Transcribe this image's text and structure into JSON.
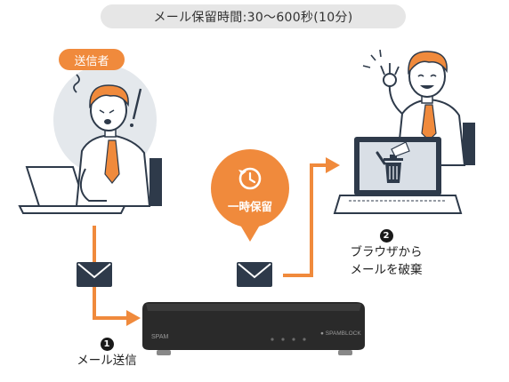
{
  "header": {
    "retention_label": "メール保留時間:30〜600秒(10分)"
  },
  "sender": {
    "tag": "送信者"
  },
  "hold": {
    "label": "一時保留"
  },
  "step1": {
    "number": "1",
    "label": "メール送信"
  },
  "step2": {
    "number": "2",
    "line1": "ブラウザから",
    "line2": "メールを破棄"
  },
  "device": {
    "brand": "SPAM",
    "model": "● SPAMBLOCK"
  },
  "colors": {
    "accent": "#f08a3c",
    "navy": "#2e3a4a",
    "pill_bg": "#e6e6e6",
    "bubble_bg": "#e4e8ec",
    "device_body": "#2a2a2a"
  },
  "icons": [
    "envelope-icon",
    "clock-icon",
    "trash-icon",
    "arrow-icon"
  ]
}
